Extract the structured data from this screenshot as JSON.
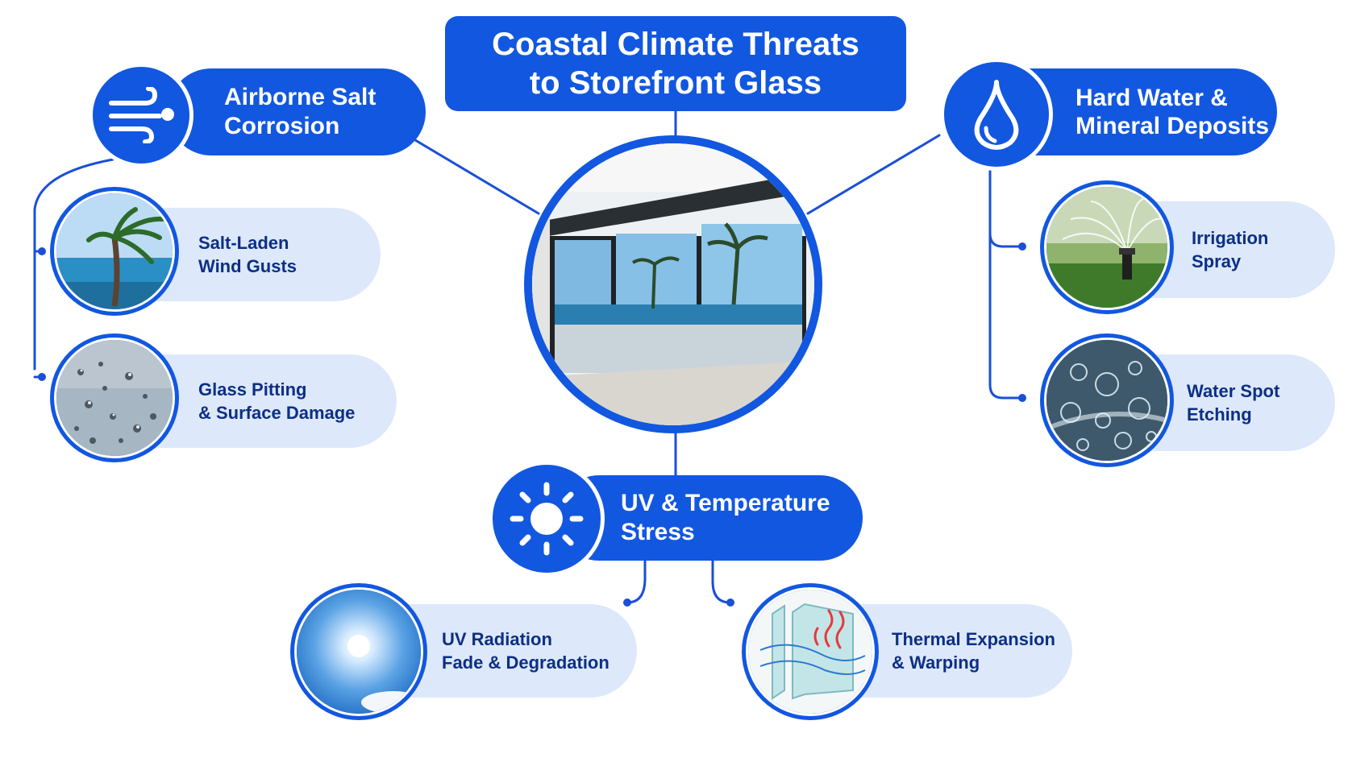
{
  "title": {
    "line1": "Coastal Climate Threats",
    "line2": "to Storefront Glass"
  },
  "center": {
    "icon": "storefront-photo"
  },
  "categories": {
    "salt": {
      "line1": "Airborne Salt",
      "line2": "Corrosion",
      "icon": "wind-icon",
      "items": [
        {
          "line1": "Salt-Laden",
          "line2": "Wind Gusts",
          "icon": "palm-tree-photo"
        },
        {
          "line1": "Glass Pitting",
          "line2": "& Surface Damage",
          "icon": "pitted-glass-photo"
        }
      ]
    },
    "water": {
      "line1": "Hard Water &",
      "line2": "Mineral Deposits",
      "icon": "water-drop-icon",
      "items": [
        {
          "line1": "Irrigation",
          "line2": "Spray",
          "icon": "sprinkler-photo"
        },
        {
          "line1": "Water Spot",
          "line2": "Etching",
          "icon": "water-spots-photo"
        }
      ]
    },
    "uv": {
      "line1": "UV & Temperature",
      "line2": "Stress",
      "icon": "sun-icon",
      "items": [
        {
          "line1": "UV Radiation",
          "line2": "Fade & Degradation",
          "icon": "bright-sun-photo"
        },
        {
          "line1": "Thermal Expansion",
          "line2": "& Warping",
          "icon": "heated-glass-photo"
        }
      ]
    }
  },
  "colors": {
    "primary": "#1257e0",
    "light": "#dde8fb",
    "label_dark": "#0c2f84",
    "line": "#1a4fd6"
  }
}
